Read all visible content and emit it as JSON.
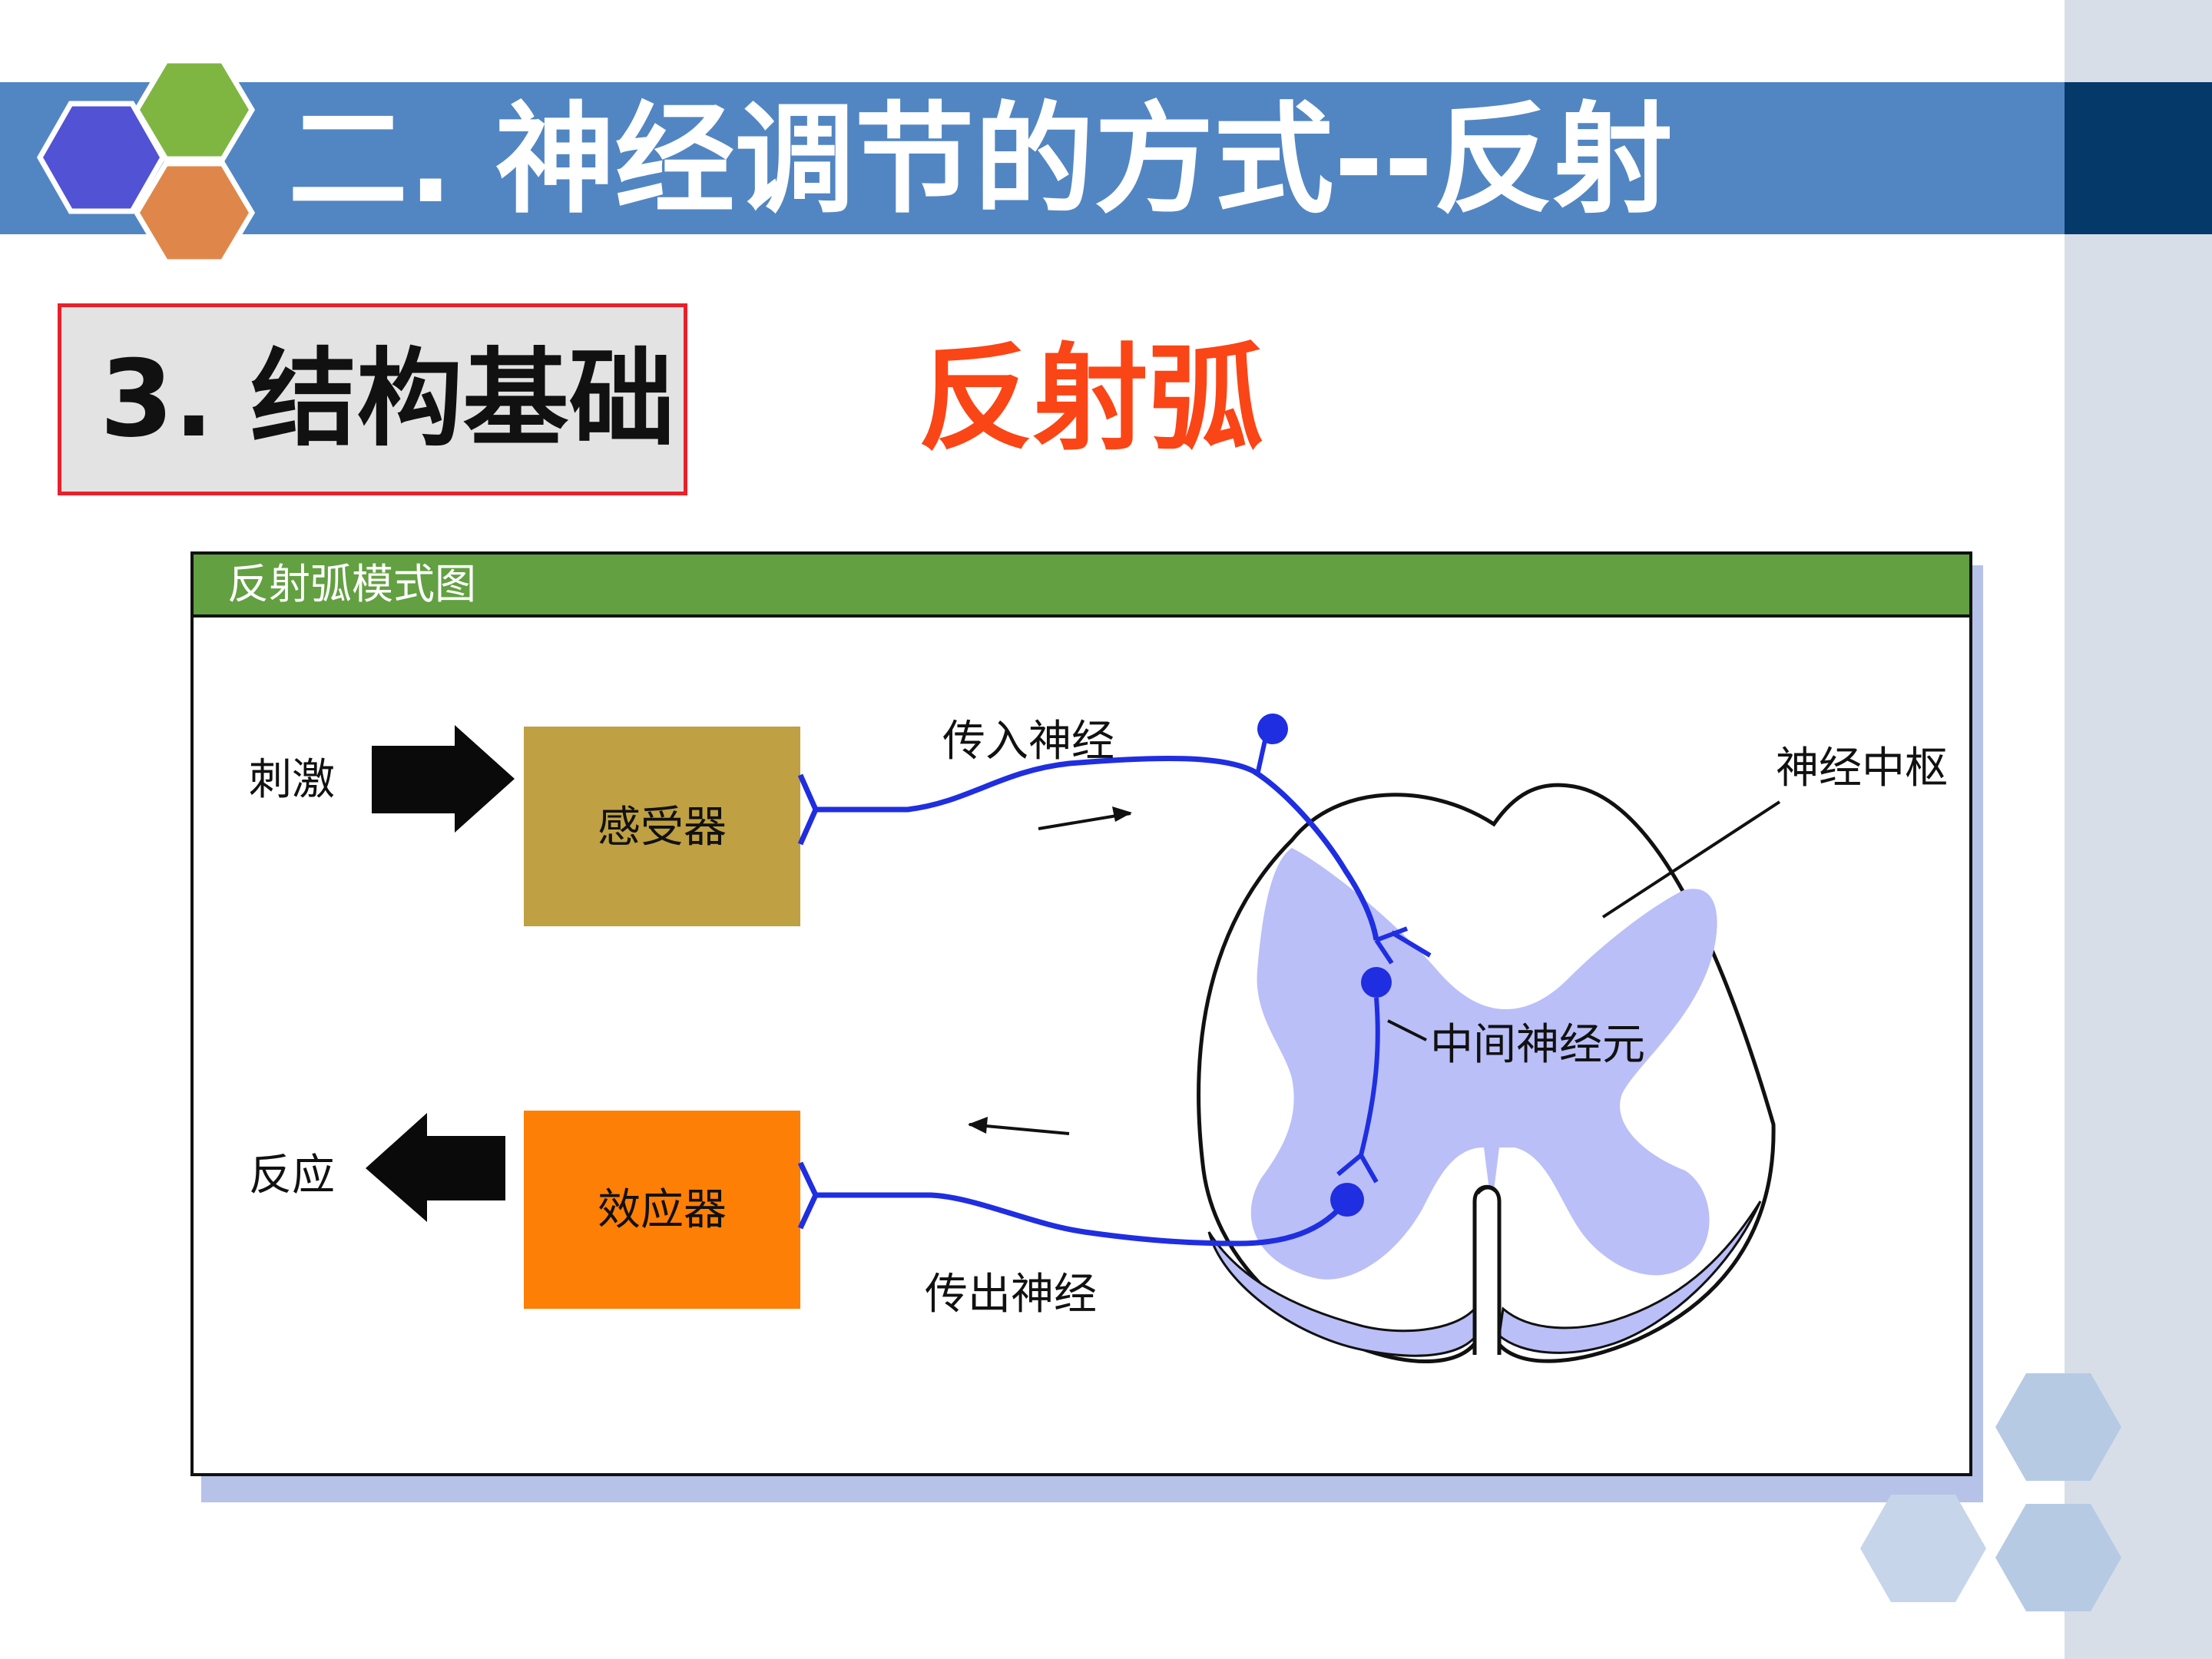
{
  "slide": {
    "title": "二. 神经调节的方式--反射",
    "section_label": "3. 结构基础",
    "heading": "反射弧"
  },
  "panel": {
    "title": "反射弧模式图"
  },
  "diagram": {
    "stimulus": "刺激",
    "receptor": "感受器",
    "afferent_nerve": "传入神经",
    "nerve_center": "神经中枢",
    "interneuron": "中间神经元",
    "efferent_nerve": "传出神经",
    "effector": "效应器",
    "response": "反应"
  },
  "colors": {
    "title_bar": "#5286c3",
    "title_bar_dark": "#04396a",
    "heading_red": "#fa4516",
    "panel_header_green": "#62a041",
    "receptor_fill": "#bfa042",
    "effector_fill": "#fd7f05",
    "nerve_blue": "#1f2ee0",
    "grey_matter": "#babff8"
  },
  "icons": [
    "hexagon-logo",
    "arrow-right-icon",
    "arrow-left-icon",
    "hexagon-decoration"
  ]
}
